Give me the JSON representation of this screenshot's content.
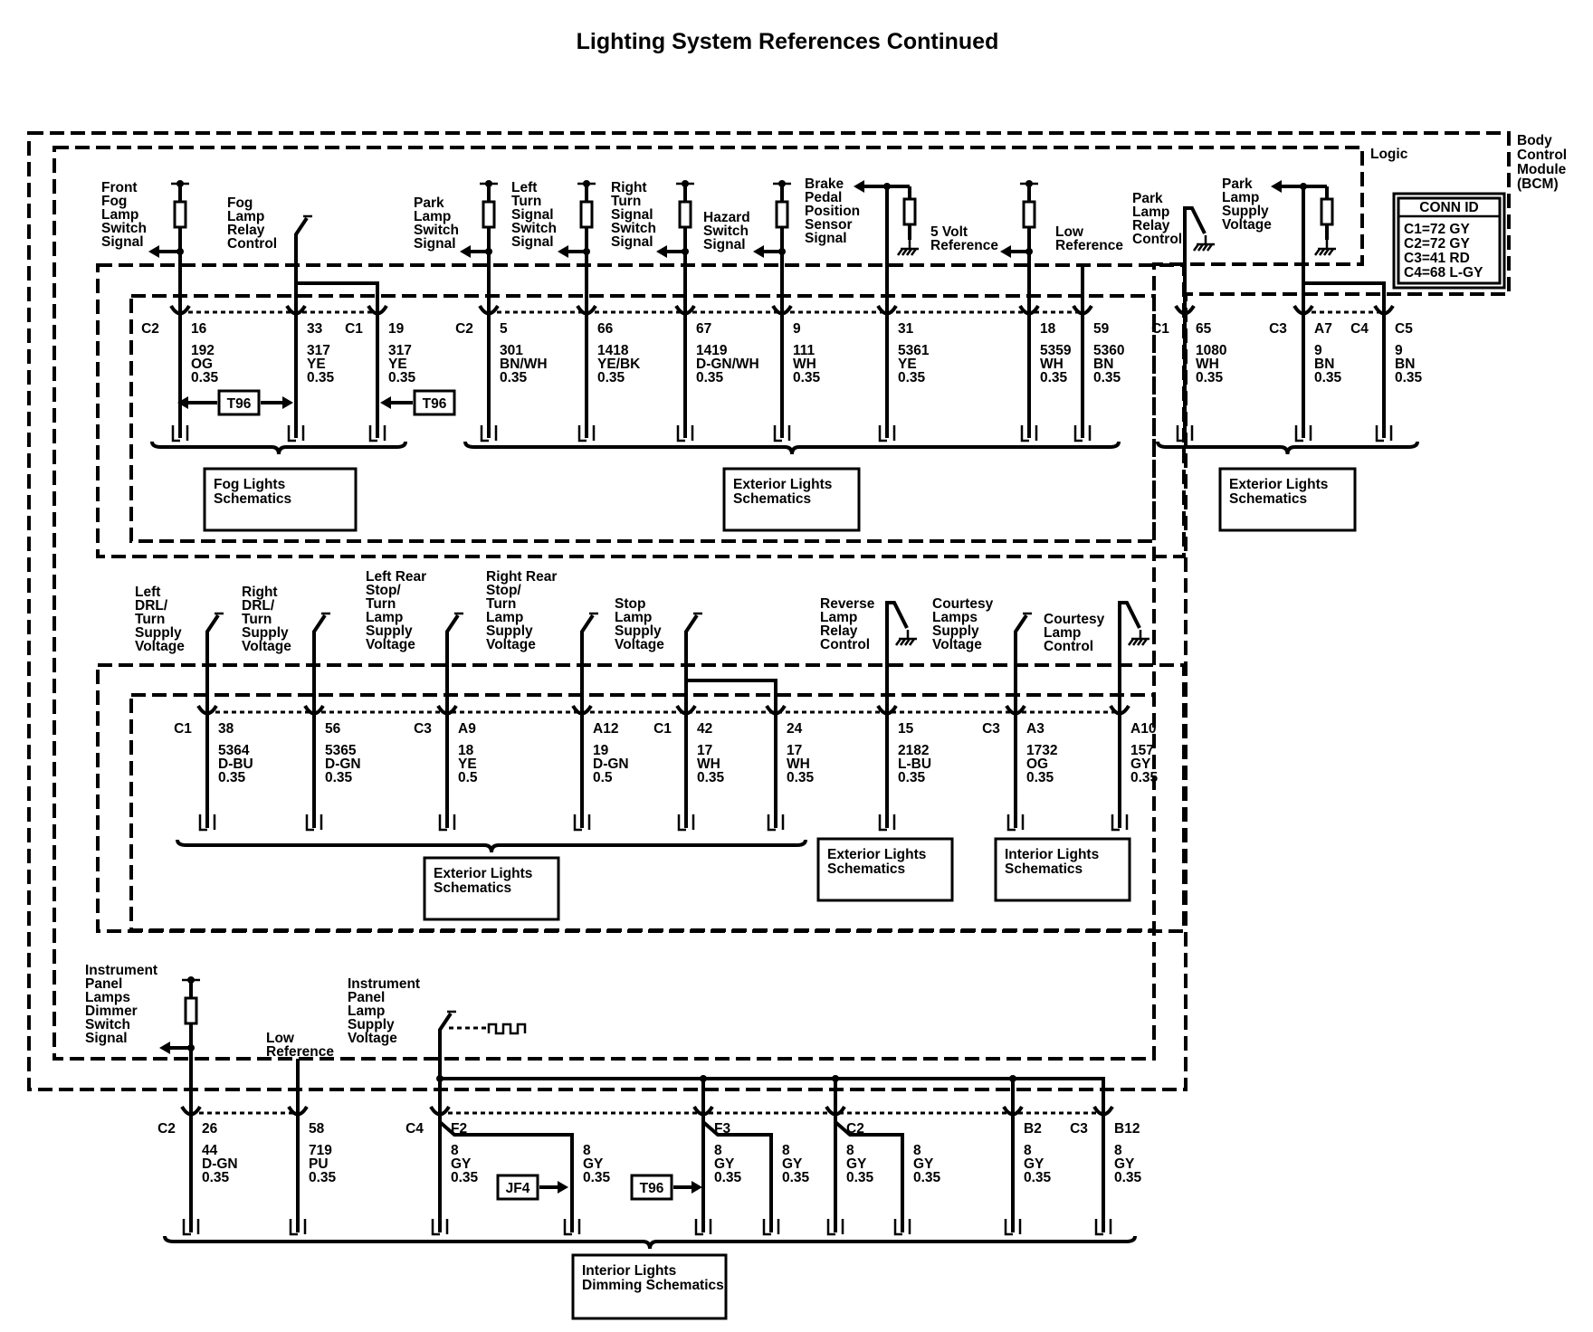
{
  "title": "Lighting System References Continued",
  "module": {
    "lines": [
      "Body",
      "Control",
      "Module",
      "(BCM)"
    ],
    "logic": "Logic"
  },
  "conn_id": {
    "header": "CONN ID",
    "rows": [
      "C1=72 GY",
      "C2=72 GY",
      "C3=41 RD",
      "C4=68 L-GY"
    ]
  },
  "section1": {
    "signals": [
      {
        "lines": [
          "Front",
          "Fog",
          "Lamp",
          "Switch",
          "Signal"
        ]
      },
      {
        "lines": [
          "Fog",
          "Lamp",
          "Relay",
          "Control"
        ]
      },
      {
        "lines": [
          "Park",
          "Lamp",
          "Switch",
          "Signal"
        ]
      },
      {
        "lines": [
          "Left",
          "Turn",
          "Signal",
          "Switch",
          "Signal"
        ]
      },
      {
        "lines": [
          "Right",
          "Turn",
          "Signal",
          "Switch",
          "Signal"
        ]
      },
      {
        "lines": [
          "Hazard",
          "Switch",
          "Signal"
        ]
      },
      {
        "lines": [
          "Brake",
          "Pedal",
          "Position",
          "Sensor",
          "Signal"
        ]
      },
      {
        "lines": [
          "5 Volt",
          "Reference"
        ]
      },
      {
        "lines": [
          "Low",
          "Reference"
        ]
      },
      {
        "lines": [
          "Park",
          "Lamp",
          "Relay",
          "Control"
        ]
      },
      {
        "lines": [
          "Park",
          "Lamp",
          "Supply",
          "Voltage"
        ]
      }
    ],
    "connectors": [
      "C2",
      "C1",
      "C2",
      "C1",
      "C3",
      "C4"
    ],
    "pins": [
      {
        "pin": "16",
        "circuit": "192",
        "color": "OG",
        "gauge": "0.35"
      },
      {
        "pin": "33",
        "circuit": "317",
        "color": "YE",
        "gauge": "0.35"
      },
      {
        "pin": "19",
        "circuit": "317",
        "color": "YE",
        "gauge": "0.35"
      },
      {
        "pin": "5",
        "circuit": "301",
        "color": "BN/WH",
        "gauge": "0.35"
      },
      {
        "pin": "66",
        "circuit": "1418",
        "color": "YE/BK",
        "gauge": "0.35"
      },
      {
        "pin": "67",
        "circuit": "1419",
        "color": "D-GN/WH",
        "gauge": "0.35"
      },
      {
        "pin": "9",
        "circuit": "111",
        "color": "WH",
        "gauge": "0.35"
      },
      {
        "pin": "31",
        "circuit": "5361",
        "color": "YE",
        "gauge": "0.35"
      },
      {
        "pin": "18",
        "circuit": "5359",
        "color": "WH",
        "gauge": "0.35"
      },
      {
        "pin": "59",
        "circuit": "5360",
        "color": "BN",
        "gauge": "0.35"
      },
      {
        "pin": "65",
        "circuit": "1080",
        "color": "WH",
        "gauge": "0.35"
      },
      {
        "pin": "A7",
        "circuit": "9",
        "color": "BN",
        "gauge": "0.35"
      },
      {
        "pin": "C5",
        "circuit": "9",
        "color": "BN",
        "gauge": "0.35"
      }
    ],
    "refs": [
      "T96",
      "T96"
    ],
    "schematics": [
      {
        "lines": [
          "Fog Lights",
          "Schematics"
        ]
      },
      {
        "lines": [
          "Exterior Lights",
          "Schematics"
        ]
      },
      {
        "lines": [
          "Exterior Lights",
          "Schematics"
        ]
      }
    ]
  },
  "section2": {
    "signals": [
      {
        "lines": [
          "Left",
          "DRL/",
          "Turn",
          "Supply",
          "Voltage"
        ]
      },
      {
        "lines": [
          "Right",
          "DRL/",
          "Turn",
          "Supply",
          "Voltage"
        ]
      },
      {
        "lines": [
          "Left Rear",
          "Stop/",
          "Turn",
          "Lamp",
          "Supply",
          "Voltage"
        ]
      },
      {
        "lines": [
          "Right Rear",
          "Stop/",
          "Turn",
          "Lamp",
          "Supply",
          "Voltage"
        ]
      },
      {
        "lines": [
          "Stop",
          "Lamp",
          "Supply",
          "Voltage"
        ]
      },
      {
        "lines": [
          "Reverse",
          "Lamp",
          "Relay",
          "Control"
        ]
      },
      {
        "lines": [
          "Courtesy",
          "Lamps",
          "Supply",
          "Voltage"
        ]
      },
      {
        "lines": [
          "Courtesy",
          "Lamp",
          "Control"
        ]
      }
    ],
    "connectors": [
      "C1",
      "C3",
      "C1",
      "C3"
    ],
    "pins": [
      {
        "pin": "38",
        "circuit": "5364",
        "color": "D-BU",
        "gauge": "0.35"
      },
      {
        "pin": "56",
        "circuit": "5365",
        "color": "D-GN",
        "gauge": "0.35"
      },
      {
        "pin": "A9",
        "circuit": "18",
        "color": "YE",
        "gauge": "0.5"
      },
      {
        "pin": "A12",
        "circuit": "19",
        "color": "D-GN",
        "gauge": "0.5"
      },
      {
        "pin": "42",
        "circuit": "17",
        "color": "WH",
        "gauge": "0.35"
      },
      {
        "pin": "24",
        "circuit": "17",
        "color": "WH",
        "gauge": "0.35"
      },
      {
        "pin": "15",
        "circuit": "2182",
        "color": "L-BU",
        "gauge": "0.35"
      },
      {
        "pin": "A3",
        "circuit": "1732",
        "color": "OG",
        "gauge": "0.35"
      },
      {
        "pin": "A10",
        "circuit": "157",
        "color": "GY",
        "gauge": "0.35"
      }
    ],
    "schematics": [
      {
        "lines": [
          "Exterior Lights",
          "Schematics"
        ]
      },
      {
        "lines": [
          "Exterior Lights",
          "Schematics"
        ]
      },
      {
        "lines": [
          "Interior Lights",
          "Schematics"
        ]
      }
    ]
  },
  "section3": {
    "signals": [
      {
        "lines": [
          "Instrument",
          "Panel",
          "Lamps",
          "Dimmer",
          "Switch",
          "Signal"
        ]
      },
      {
        "lines": [
          "Low",
          "Reference"
        ]
      },
      {
        "lines": [
          "Instrument",
          "Panel",
          "Lamp",
          "Supply",
          "Voltage"
        ]
      }
    ],
    "connectors": [
      "C2",
      "C4",
      "C3"
    ],
    "pins": [
      {
        "pin": "26",
        "circuit": "44",
        "color": "D-GN",
        "gauge": "0.35"
      },
      {
        "pin": "58",
        "circuit": "719",
        "color": "PU",
        "gauge": "0.35"
      },
      {
        "pin": "F2",
        "circuit": "8",
        "color": "GY",
        "gauge": "0.35"
      },
      {
        "pin": "",
        "circuit": "8",
        "color": "GY",
        "gauge": "0.35"
      },
      {
        "pin": "F3",
        "circuit": "8",
        "color": "GY",
        "gauge": "0.35"
      },
      {
        "pin": "",
        "circuit": "8",
        "color": "GY",
        "gauge": "0.35"
      },
      {
        "pin": "C2",
        "circuit": "8",
        "color": "GY",
        "gauge": "0.35"
      },
      {
        "pin": "",
        "circuit": "8",
        "color": "GY",
        "gauge": "0.35"
      },
      {
        "pin": "B2",
        "circuit": "8",
        "color": "GY",
        "gauge": "0.35"
      },
      {
        "pin": "B12",
        "circuit": "8",
        "color": "GY",
        "gauge": "0.35"
      }
    ],
    "refs": [
      "JF4",
      "T96"
    ],
    "schematics": [
      {
        "lines": [
          "Interior Lights",
          "Dimming Schematics"
        ]
      }
    ]
  }
}
